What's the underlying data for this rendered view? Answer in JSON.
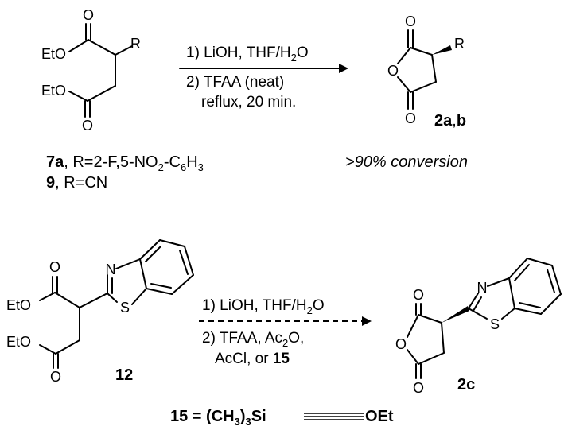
{
  "scheme1": {
    "reactant": {
      "atoms": {
        "o_top": "O",
        "eto_upper": "EtO",
        "r": "R",
        "eto_lower": "EtO",
        "o_bottom": "O"
      },
      "labels": [
        {
          "id": "7a",
          "text": ", R=2-F,5-NO",
          "sub1": "2",
          "mid": "-C",
          "sub2": "6",
          "tail": "H",
          "sub3": "3"
        },
        {
          "id": "9",
          "text": ", R=CN"
        }
      ]
    },
    "conditions": {
      "step1_pre": "1) LiOH, THF/H",
      "step1_sub": "2",
      "step1_post": "O",
      "step2_line1": "2) TFAA (neat)",
      "step2_line2": "reflux, 20 min."
    },
    "product": {
      "atoms": {
        "o_top": "O",
        "o_ring": "O",
        "o_bottom": "O",
        "r": "R"
      },
      "label_a": "2a",
      "label_sep": ",",
      "label_b": "b",
      "result": ">90% conversion"
    }
  },
  "scheme2": {
    "reactant": {
      "atoms": {
        "n": "N",
        "s": "S",
        "o_top": "O",
        "eto_upper": "EtO",
        "eto_lower": "EtO",
        "o_bottom": "O"
      },
      "label": "12"
    },
    "conditions": {
      "step1_pre": "1) LiOH, THF/H",
      "step1_sub": "2",
      "step1_post": "O",
      "step2_line1_pre": "2) TFAA, Ac",
      "step2_line1_sub": "2",
      "step2_line1_post": "O,",
      "step2_line2_pre": "AcCl, or ",
      "step2_line2_bold": "15"
    },
    "product": {
      "atoms": {
        "n": "N",
        "s": "S",
        "o_top": "O",
        "o_ring": "O",
        "o_bottom": "O"
      },
      "label": "2c"
    }
  },
  "definition": {
    "lhs": "15",
    "eq": " = (CH",
    "sub": "3",
    "mid": ")",
    "sub2": "3",
    "si": "Si",
    "oet": "OEt"
  }
}
